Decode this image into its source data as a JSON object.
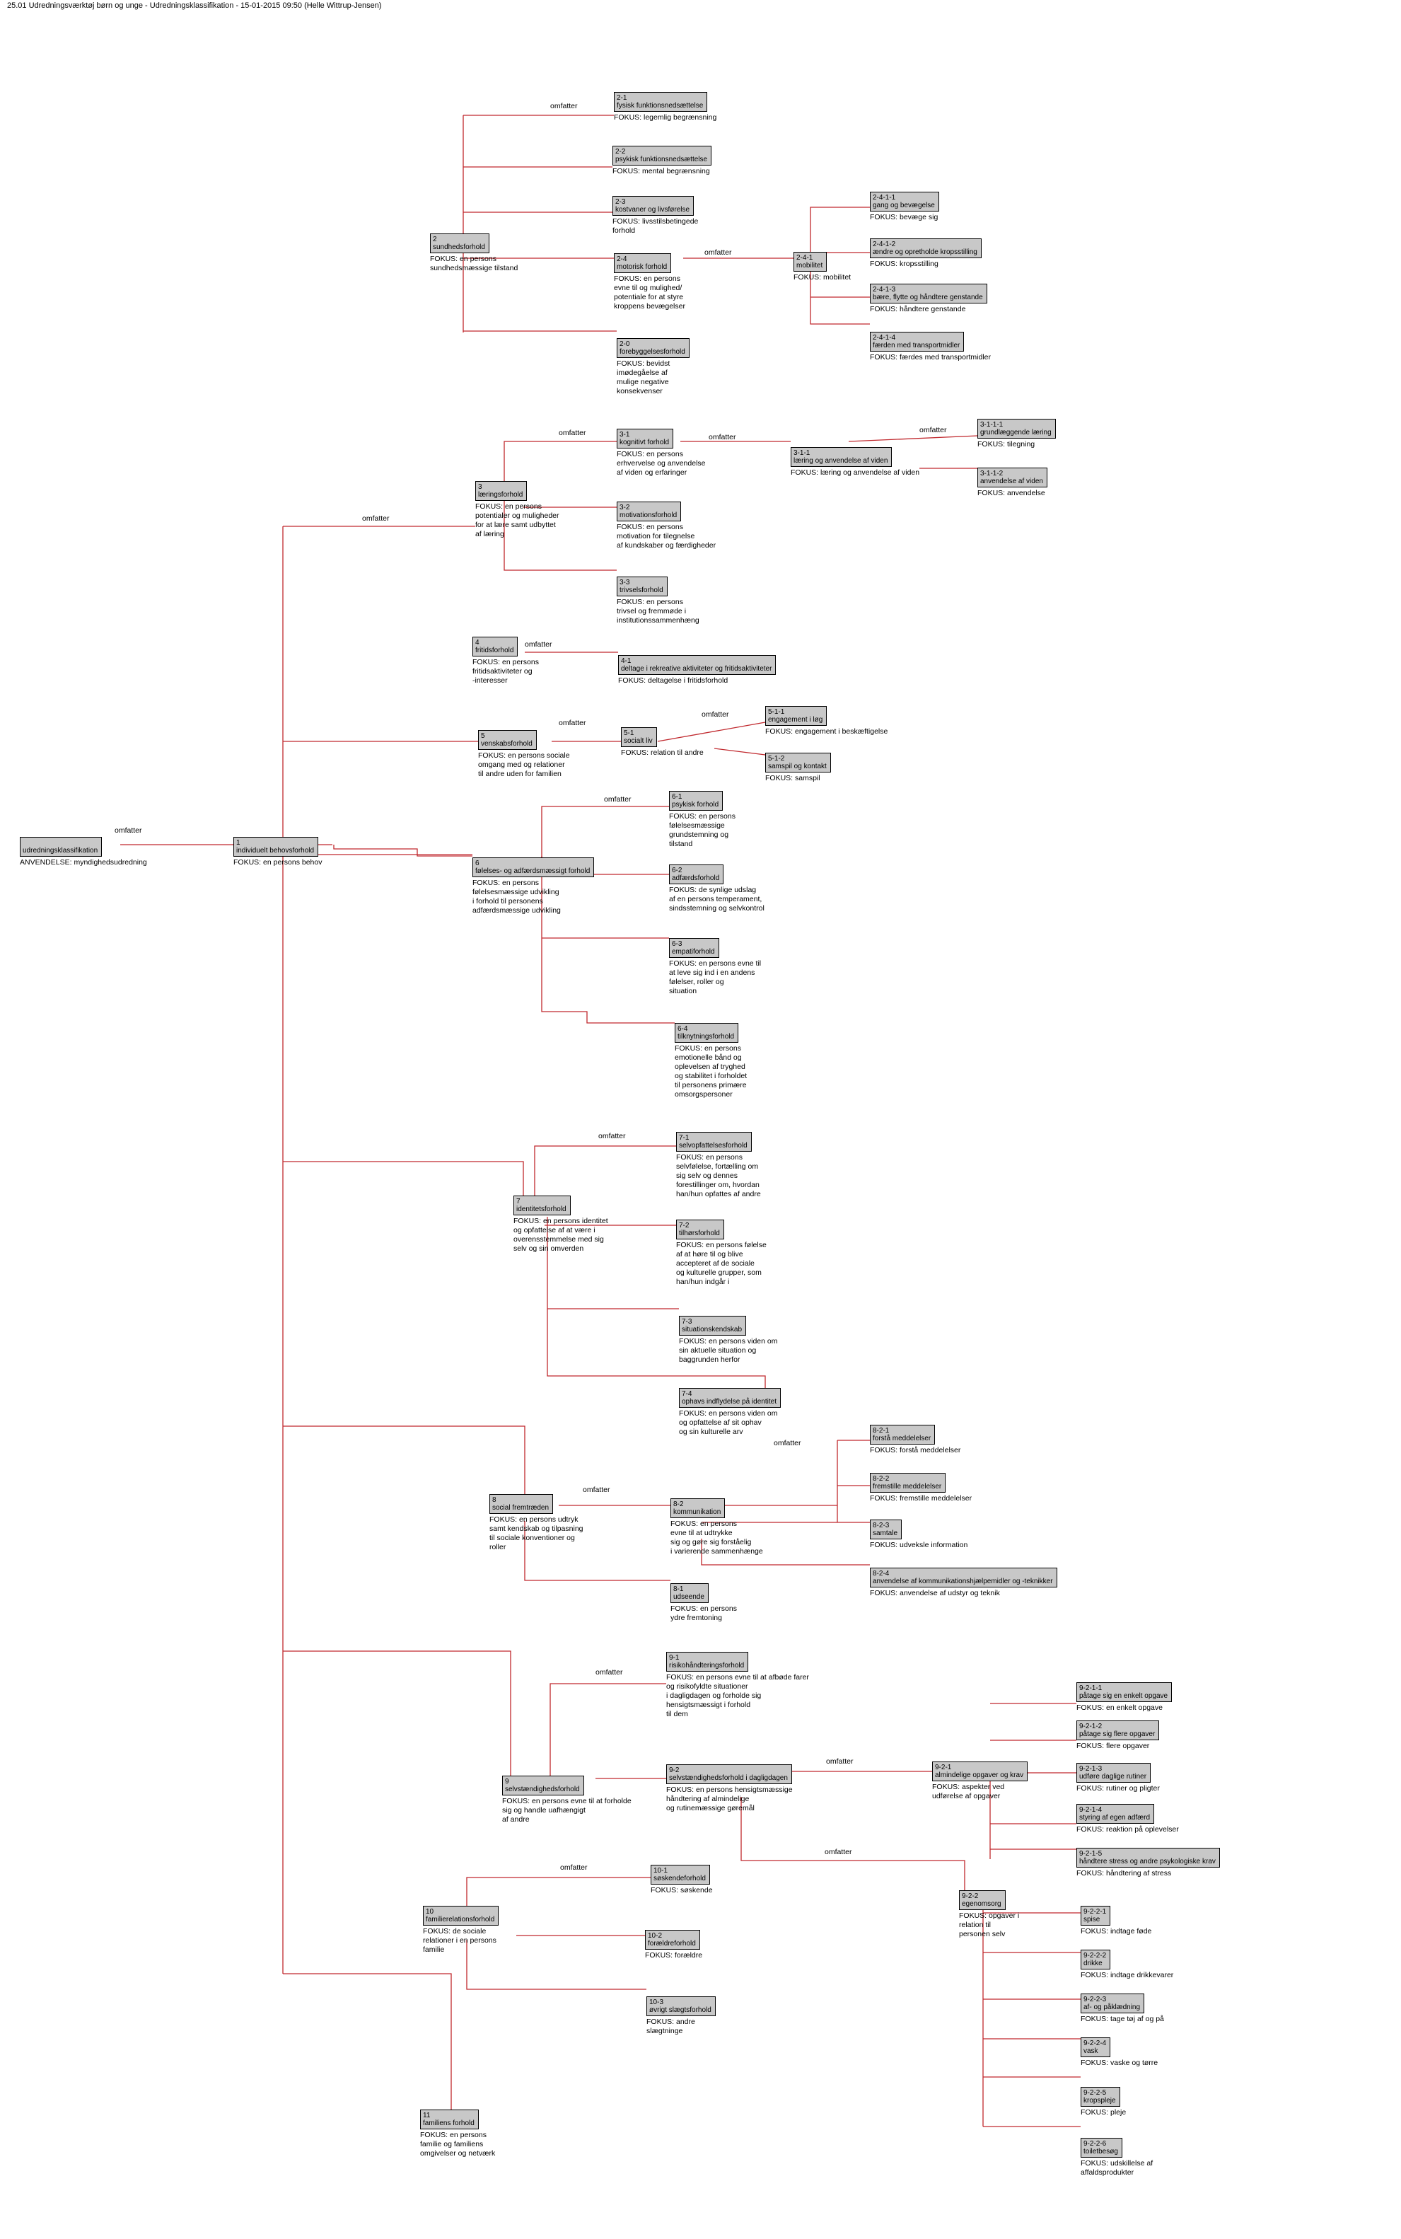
{
  "page_title": "25.01 Udredningsværktøj børn og unge - Udredningsklassifikation - 15-01-2015 09:50 (Helle Wittrup-Jensen)",
  "edge_label": "omfatter",
  "line_color": "#c0282d",
  "nodes": [
    {
      "id": "root",
      "code": "",
      "title": "udredningsklassifikation",
      "desc": "ANVENDELSE: myndighedsudredning"
    },
    {
      "id": "n1",
      "code": "1",
      "title": "individuelt behovsforhold",
      "desc": "FOKUS: en persons behov"
    },
    {
      "id": "n2",
      "code": "2",
      "title": "sundhedsforhold",
      "desc": "FOKUS: en persons\nsundhedsmæssige tilstand"
    },
    {
      "id": "n2_1",
      "code": "2-1",
      "title": "fysisk funktionsnedsættelse",
      "desc": "FOKUS: legemlig begrænsning"
    },
    {
      "id": "n2_2",
      "code": "2-2",
      "title": "psykisk funktionsnedsættelse",
      "desc": "FOKUS: mental begrænsning"
    },
    {
      "id": "n2_3",
      "code": "2-3",
      "title": "kostvaner og livsførelse",
      "desc": "FOKUS: livsstilsbetingede\nforhold"
    },
    {
      "id": "n2_4",
      "code": "2-4",
      "title": "motorisk forhold",
      "desc": "FOKUS: en persons\nevne til og mulighed/\npotentiale for at styre\nkroppens bevægelser"
    },
    {
      "id": "n2_0",
      "code": "2-0",
      "title": "forebyggelsesforhold",
      "desc": "FOKUS: bevidst\nimødegåelse af\nmulige negative\nkonsekvenser"
    },
    {
      "id": "n2_4_1",
      "code": "2-4-1",
      "title": "mobilitet",
      "desc": "FOKUS: mobilitet"
    },
    {
      "id": "n2_4_1_1",
      "code": "2-4-1-1",
      "title": "gang og bevægelse",
      "desc": "FOKUS: bevæge sig"
    },
    {
      "id": "n2_4_1_2",
      "code": "2-4-1-2",
      "title": "ændre og opretholde kropsstilling",
      "desc": "FOKUS: kropsstilling"
    },
    {
      "id": "n2_4_1_3",
      "code": "2-4-1-3",
      "title": "bære, flytte og håndtere genstande",
      "desc": "FOKUS: håndtere genstande"
    },
    {
      "id": "n2_4_1_4",
      "code": "2-4-1-4",
      "title": "færden med transportmidler",
      "desc": "FOKUS: færdes med transportmidler"
    },
    {
      "id": "n3",
      "code": "3",
      "title": "læringsforhold",
      "desc": "FOKUS: en persons\npotentialer og muligheder\nfor at lære samt udbyttet\naf læring"
    },
    {
      "id": "n3_1",
      "code": "3-1",
      "title": "kognitivt forhold",
      "desc": "FOKUS: en persons\nerhvervelse og anvendelse\naf viden og erfaringer"
    },
    {
      "id": "n3_1_1",
      "code": "3-1-1",
      "title": "læring og anvendelse af viden",
      "desc": "FOKUS: læring og anvendelse af viden"
    },
    {
      "id": "n3_1_1_1",
      "code": "3-1-1-1",
      "title": "grundlæggende læring",
      "desc": "FOKUS: tilegning"
    },
    {
      "id": "n3_1_1_2",
      "code": "3-1-1-2",
      "title": "anvendelse af viden",
      "desc": "FOKUS: anvendelse"
    },
    {
      "id": "n3_2",
      "code": "3-2",
      "title": "motivationsforhold",
      "desc": "FOKUS: en persons\nmotivation for tilegnelse\naf kundskaber og færdigheder"
    },
    {
      "id": "n3_3",
      "code": "3-3",
      "title": "trivselsforhold",
      "desc": "FOKUS: en persons\ntrivsel og fremmøde i\ninstitutionssammenhæng"
    },
    {
      "id": "n4",
      "code": "4",
      "title": "fritidsforhold",
      "desc": "FOKUS: en persons\nfritidsaktiviteter og\n-interesser"
    },
    {
      "id": "n4_1",
      "code": "4-1",
      "title": "deltage i rekreative aktiviteter og fritidsaktiviteter",
      "desc": "FOKUS: deltagelse i fritidsforhold"
    },
    {
      "id": "n5",
      "code": "5",
      "title": "venskabsforhold",
      "desc": "FOKUS: en persons sociale\nomgang med og relationer\ntil andre uden for familien"
    },
    {
      "id": "n5_1",
      "code": "5-1",
      "title": "socialt liv",
      "desc": "FOKUS: relation til andre"
    },
    {
      "id": "n5_1_1",
      "code": "5-1-1",
      "title": "engagement i løg",
      "desc": "FOKUS: engagement i beskæftigelse"
    },
    {
      "id": "n5_1_2",
      "code": "5-1-2",
      "title": "samspil og kontakt",
      "desc": "FOKUS: samspil"
    },
    {
      "id": "n6",
      "code": "6",
      "title": "følelses- og adfærdsmæssigt forhold",
      "desc": "FOKUS: en persons\nfølelsesmæssige udvikling\ni forhold til personens\nadfærdsmæssige udvikling"
    },
    {
      "id": "n6_1",
      "code": "6-1",
      "title": "psykisk forhold",
      "desc": "FOKUS: en persons\nfølelsesmæssige\ngrundstemning og\ntilstand"
    },
    {
      "id": "n6_2",
      "code": "6-2",
      "title": "adfærdsforhold",
      "desc": "FOKUS: de synlige udslag\naf en persons temperament,\nsindsstemning og selvkontrol"
    },
    {
      "id": "n6_3",
      "code": "6-3",
      "title": "empatiforhold",
      "desc": "FOKUS: en persons evne til\nat leve sig ind i en andens\nfølelser, roller og\nsituation"
    },
    {
      "id": "n6_4",
      "code": "6-4",
      "title": "tilknytningsforhold",
      "desc": "FOKUS: en persons\nemotionelle bånd og\noplevelsen af tryghed\nog stabilitet i forholdet\ntil personens primære\nomsorgspersoner"
    },
    {
      "id": "n7",
      "code": "7",
      "title": "identitetsforhold",
      "desc": "FOKUS: en persons identitet\nog opfattelse af at være i\noverensstemmelse med sig\nselv og sin omverden"
    },
    {
      "id": "n7_1",
      "code": "7-1",
      "title": "selvopfattelsesforhold",
      "desc": "FOKUS: en persons\nselvfølelse, fortælling om\nsig selv og dennes\nforestillinger om, hvordan\nhan/hun opfattes af andre"
    },
    {
      "id": "n7_2",
      "code": "7-2",
      "title": "tilhørsforhold",
      "desc": "FOKUS: en persons følelse\naf at høre til og blive\naccepteret af de sociale\nog kulturelle grupper, som\nhan/hun indgår i"
    },
    {
      "id": "n7_3",
      "code": "7-3",
      "title": "situationskendskab",
      "desc": "FOKUS: en persons viden om\nsin aktuelle situation og\nbaggrunden herfor"
    },
    {
      "id": "n7_4",
      "code": "7-4",
      "title": "ophavs indflydelse på identitet",
      "desc": "FOKUS: en persons viden om\nog opfattelse af sit ophav\nog sin kulturelle arv"
    },
    {
      "id": "n8",
      "code": "8",
      "title": "social fremtræden",
      "desc": "FOKUS: en persons udtryk\nsamt kendskab og tilpasning\ntil sociale konventioner og\nroller"
    },
    {
      "id": "n8_2",
      "code": "8-2",
      "title": "kommunikation",
      "desc": "FOKUS: en persons\nevne til at udtrykke\nsig og gøre sig forståelig\ni varierende sammenhænge"
    },
    {
      "id": "n8_1",
      "code": "8-1",
      "title": "udseende",
      "desc": "FOKUS: en persons\nydre fremtoning"
    },
    {
      "id": "n8_2_1",
      "code": "8-2-1",
      "title": "forstå meddelelser",
      "desc": "FOKUS: forstå meddelelser"
    },
    {
      "id": "n8_2_2",
      "code": "8-2-2",
      "title": "fremstille meddelelser",
      "desc": "FOKUS: fremstille meddelelser"
    },
    {
      "id": "n8_2_3",
      "code": "8-2-3",
      "title": "samtale",
      "desc": "FOKUS: udveksle information"
    },
    {
      "id": "n8_2_4",
      "code": "8-2-4",
      "title": "anvendelse af kommunikationshjælpemidler og -teknikker",
      "desc": "FOKUS: anvendelse af udstyr og teknik"
    },
    {
      "id": "n9",
      "code": "9",
      "title": "selvstændighedsforhold",
      "desc": "FOKUS: en persons evne til at forholde\nsig og handle uafhængigt\naf andre"
    },
    {
      "id": "n9_1",
      "code": "9-1",
      "title": "risikohåndteringsforhold",
      "desc": "FOKUS: en persons evne til at afbøde farer\nog risikofyldte situationer\ni dagligdagen og forholde sig\nhensigtsmæssigt i forhold\ntil dem"
    },
    {
      "id": "n9_2",
      "code": "9-2",
      "title": "selvstændighedsforhold i dagligdagen",
      "desc": "FOKUS: en persons hensigtsmæssige\nhåndtering af almindelige\nog rutinemæssige gøremål"
    },
    {
      "id": "n9_2_1",
      "code": "9-2-1",
      "title": "almindelige opgaver og krav",
      "desc": "FOKUS: aspekter ved\nudførelse af opgaver"
    },
    {
      "id": "n9_2_1_1",
      "code": "9-2-1-1",
      "title": "påtage sig en enkelt opgave",
      "desc": "FOKUS: en enkelt opgave"
    },
    {
      "id": "n9_2_1_2",
      "code": "9-2-1-2",
      "title": "påtage sig flere opgaver",
      "desc": "FOKUS: flere opgaver"
    },
    {
      "id": "n9_2_1_3",
      "code": "9-2-1-3",
      "title": "udføre daglige rutiner",
      "desc": "FOKUS: rutiner og pligter"
    },
    {
      "id": "n9_2_1_4",
      "code": "9-2-1-4",
      "title": "styring af egen adfærd",
      "desc": "FOKUS: reaktion på oplevelser"
    },
    {
      "id": "n9_2_1_5",
      "code": "9-2-1-5",
      "title": "håndtere stress og andre psykologiske krav",
      "desc": "FOKUS: håndtering af stress"
    },
    {
      "id": "n9_2_2",
      "code": "9-2-2",
      "title": "egenomsorg",
      "desc": "FOKUS: opgaver i\nrelation til\npersonen selv"
    },
    {
      "id": "n9_2_2_1",
      "code": "9-2-2-1",
      "title": "spise",
      "desc": "FOKUS: indtage føde"
    },
    {
      "id": "n9_2_2_2",
      "code": "9-2-2-2",
      "title": "drikke",
      "desc": "FOKUS: indtage drikkevarer"
    },
    {
      "id": "n9_2_2_3",
      "code": "9-2-2-3",
      "title": "af- og påklædning",
      "desc": "FOKUS: tage tøj af og på"
    },
    {
      "id": "n9_2_2_4",
      "code": "9-2-2-4",
      "title": "vask",
      "desc": "FOKUS: vaskе og tørre"
    },
    {
      "id": "n9_2_2_5",
      "code": "9-2-2-5",
      "title": "kropspleje",
      "desc": "FOKUS: pleje"
    },
    {
      "id": "n9_2_2_6",
      "code": "9-2-2-6",
      "title": "toiletbesøg",
      "desc": "FOKUS: udskillelse af\naffaldsprodukter"
    },
    {
      "id": "n10",
      "code": "10",
      "title": "familierelationsforhold",
      "desc": "FOKUS: de sociale\nrelationer i en persons\nfamilie"
    },
    {
      "id": "n10_1",
      "code": "10-1",
      "title": "søskendeforhold",
      "desc": "FOKUS: søskende"
    },
    {
      "id": "n10_2",
      "code": "10-2",
      "title": "forældreforhold",
      "desc": "FOKUS: forældre"
    },
    {
      "id": "n10_3",
      "code": "10-3",
      "title": "øvrigt slægtsforhold",
      "desc": "FOKUS: andre\nslægtninge"
    },
    {
      "id": "n11",
      "code": "11",
      "title": "familiens forhold",
      "desc": "FOKUS: en persons\nfamilie og familiens\nomgivelser og netværk"
    }
  ]
}
